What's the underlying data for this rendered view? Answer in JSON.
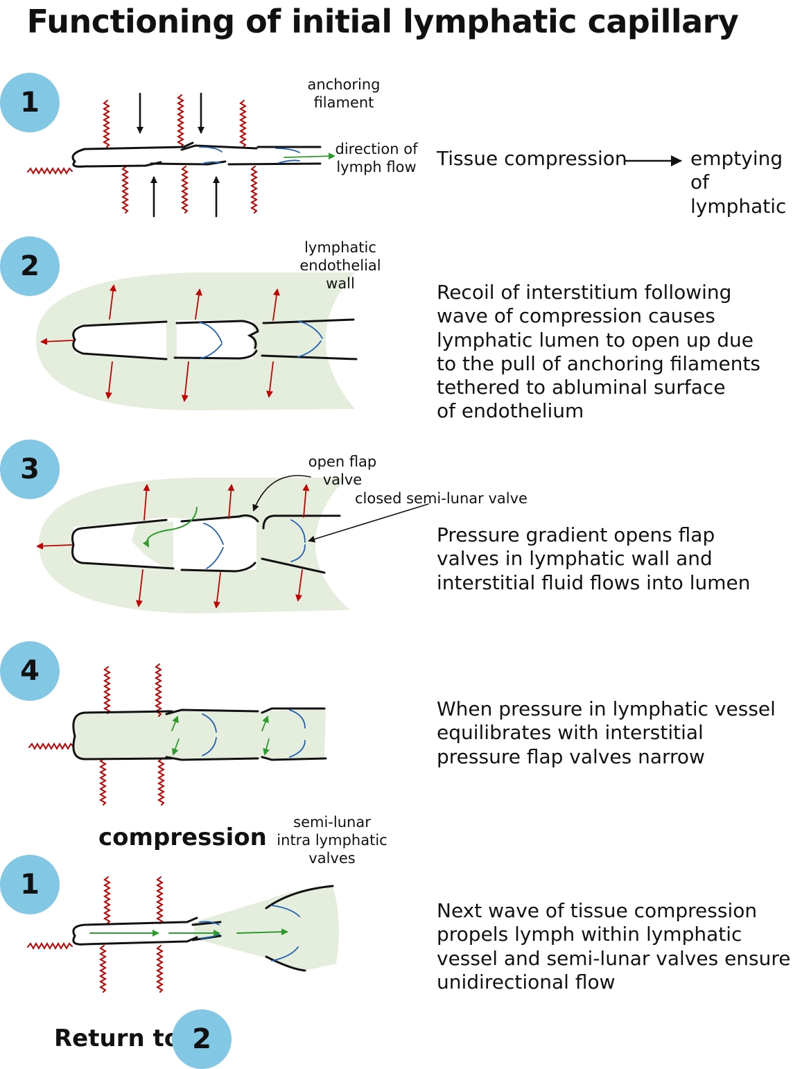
{
  "title": "Functioning of initial lymphatic capillary",
  "colors": {
    "badge": "#82c7e3",
    "interstitium": "#e5eedd",
    "filament": "#c00000",
    "valve": "#1f5fb4",
    "flow": "#2e9a2e",
    "wall": "#111111"
  },
  "steps": [
    {
      "badge": "1",
      "labels": {
        "anchoring": "anchoring\nfilament",
        "flow": "direction of\nlymph flow"
      },
      "description": {
        "cause": "Tissue compression",
        "effect": "emptying\nof\nlymphatic"
      }
    },
    {
      "badge": "2",
      "labels": {
        "wall": "lymphatic\nendothelial\nwall"
      },
      "description": "Recoil of interstitium following\nwave of compression causes\nlymphatic lumen to open up due\nto the pull of anchoring filaments\ntethered to abluminal surface\nof endothelium"
    },
    {
      "badge": "3",
      "labels": {
        "flap": "open flap\nvalve",
        "semilunar": "closed semi-lunar valve"
      },
      "description": "Pressure gradient opens flap\nvalves in lymphatic wall and\ninterstitial fluid flows into lumen"
    },
    {
      "badge": "4",
      "description": "When pressure in lymphatic vessel\nequilibrates with interstitial\npressure flap valves narrow"
    },
    {
      "badge": "1",
      "labels": {
        "compression": "compression",
        "valves": "semi-lunar\nintra lymphatic\nvalves"
      },
      "description": "Next wave of tissue compression\npropels lymph within lymphatic\nvessel and semi-lunar valves ensure\nunidirectional flow"
    }
  ],
  "footer": {
    "text": "Return to",
    "badge": "2"
  }
}
